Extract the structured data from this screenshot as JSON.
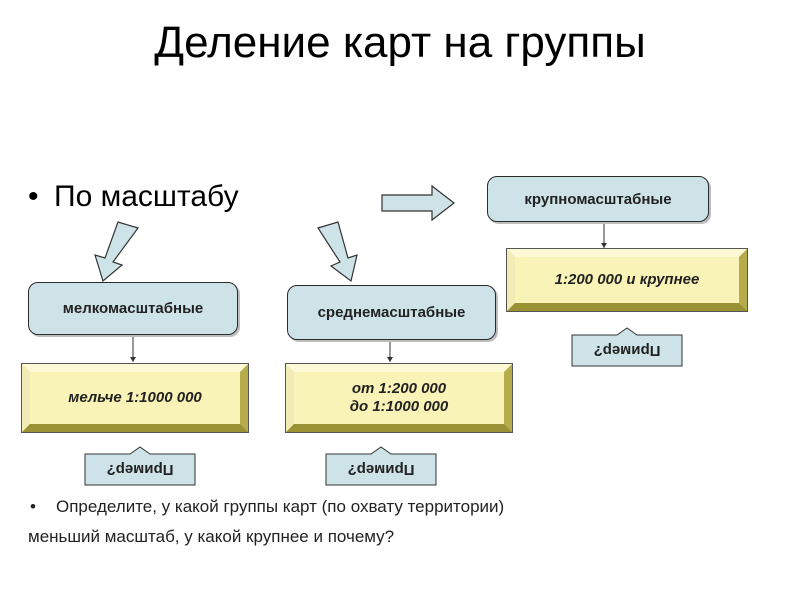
{
  "title": "Деление карт на группы",
  "bullet": "По масштабу",
  "groups": {
    "small": {
      "label": "мелкомасштабные",
      "range": "мельче 1:1000 000",
      "example": "Пример?"
    },
    "medium": {
      "label": "среднемасштабные",
      "range_line1": "от 1:200 000",
      "range_line2": "до 1:1000 000",
      "example": "Пример?"
    },
    "large": {
      "label": "крупномасштабные",
      "range": "1:200 000 и крупнее",
      "example": "Пример?"
    }
  },
  "question_line1": "Определите, у какой группы карт (по охвату территории)",
  "question_line2": "меньший масштаб, у какой крупнее и почему?",
  "colors": {
    "pill": "#cde3e8",
    "box": "#f9f3b7",
    "arrow": "#cde3e8"
  }
}
